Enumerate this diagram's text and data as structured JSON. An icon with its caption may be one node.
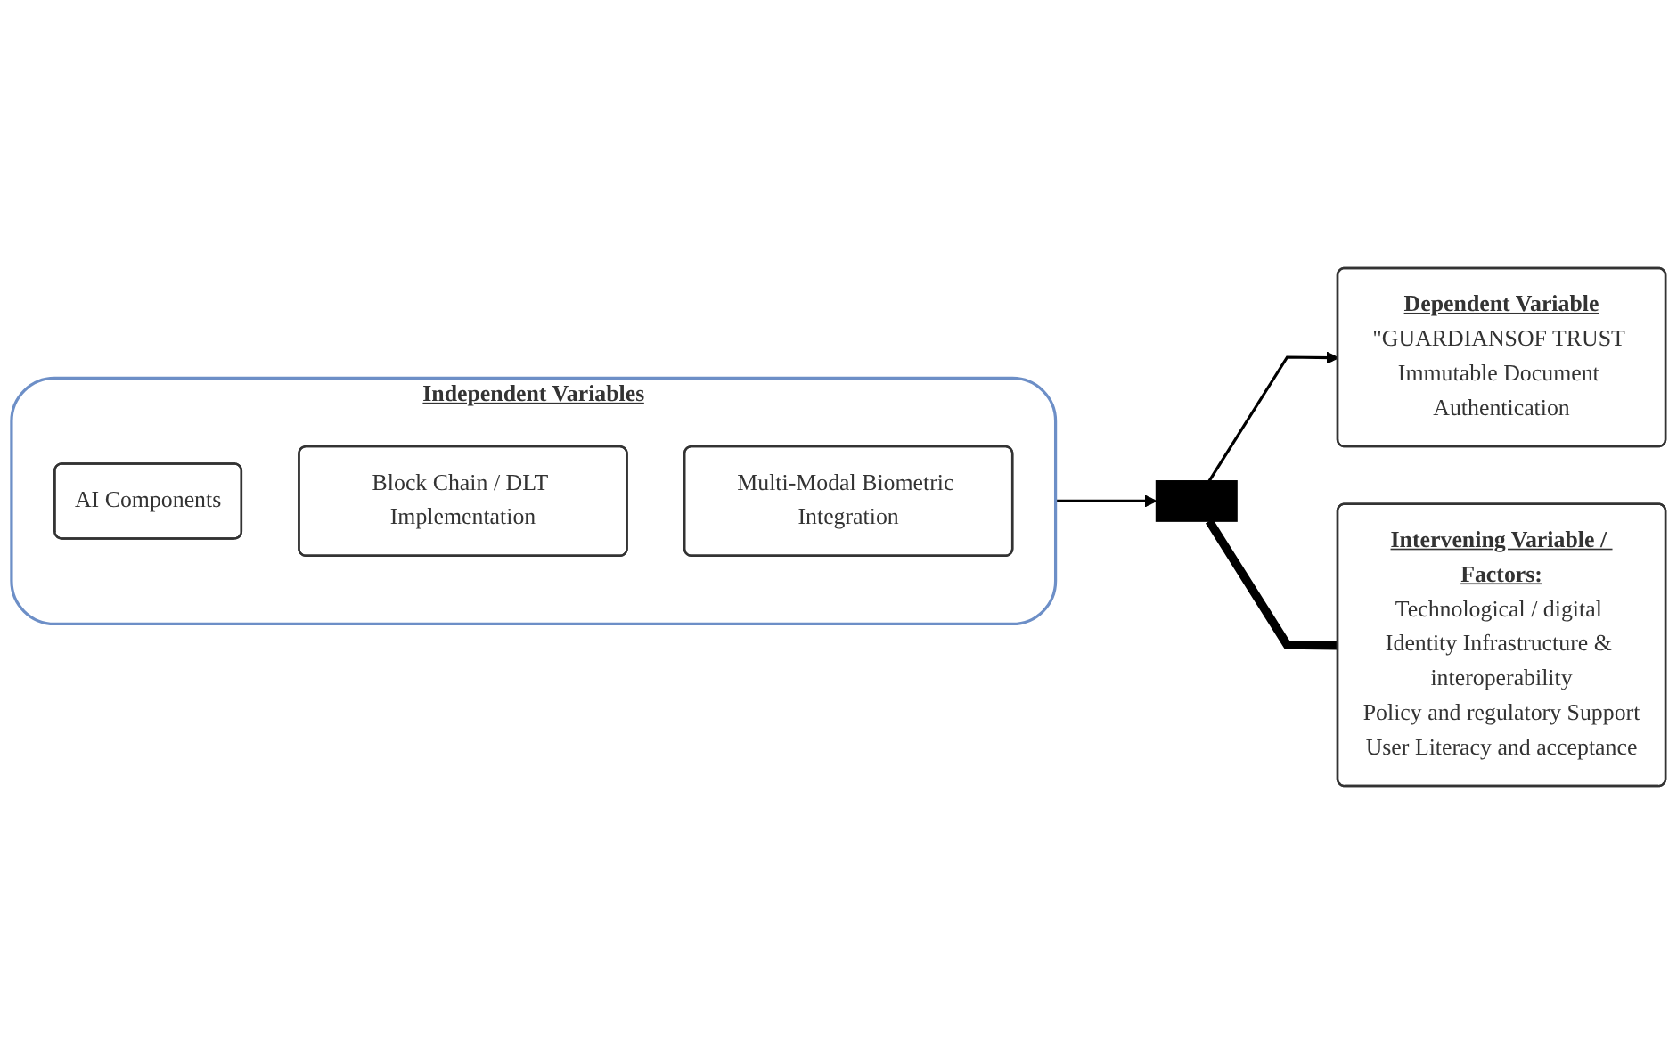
{
  "diagram": {
    "nodes": [
      {
        "text": [
          "Independent Variables"
        ]
      },
      {
        "text": [
          "AI Components"
        ],
        "in": 0
      },
      {
        "text": [
          "Block Chain / DLT Implementation"
        ],
        "in": 0
      },
      {
        "text": [
          "Multi-Modal Biometric Integration"
        ],
        "in": 0
      },
      {
        "text": [],
        "shape": "bar"
      },
      {
        "text": [
          "Dependent Variable",
          "\"GUARDIANSOF TRUST Immutable Document Authentication"
        ]
      },
      {
        "text": [
          "Intervening Variable / Factors:",
          "Technological / digital Identity Infrastructure & interoperability",
          "Policy and regulatory Support",
          "User Literacy and acceptance"
        ]
      }
    ],
    "edges": [
      {
        "from": 0,
        "to": 4,
        "arrow": "to"
      },
      {
        "from": 4,
        "to": 5,
        "arrow": "to"
      },
      {
        "from": 4,
        "to": 6,
        "arrow": "none",
        "style": "thick"
      }
    ]
  }
}
